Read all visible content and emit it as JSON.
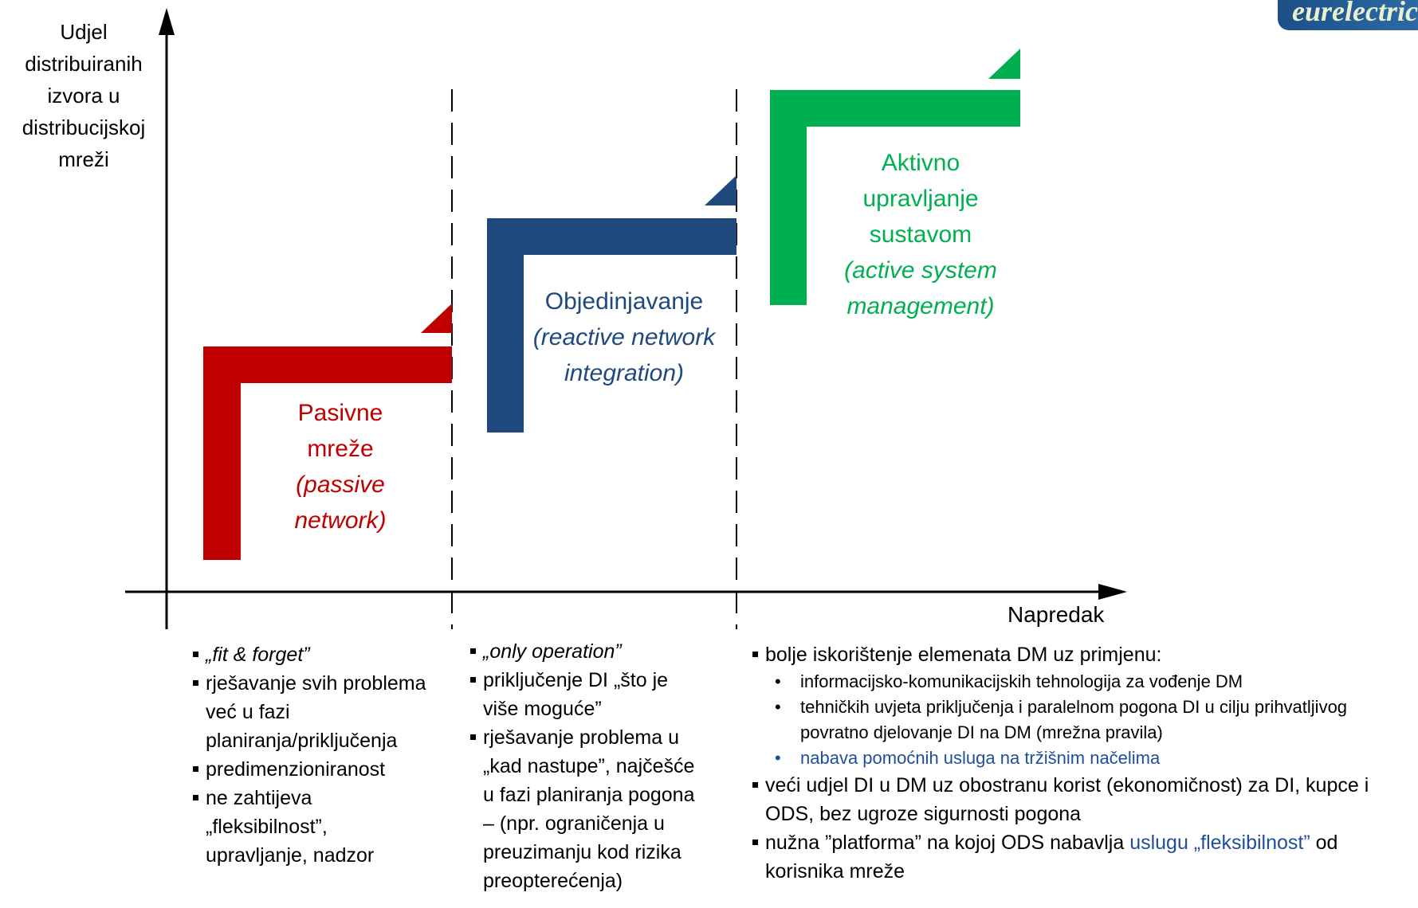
{
  "logo": {
    "text": "eurelectric"
  },
  "axes": {
    "y_label_lines": [
      "Udjel",
      "distribuiranih",
      "izvora u",
      "distribucijskoj",
      "mreži"
    ],
    "x_label": "Napredak"
  },
  "stages": [
    {
      "name": "Pasivne",
      "name2": "mreže",
      "en1": "(passive",
      "en2": "network)",
      "color": "#c00000"
    },
    {
      "name": "Objedinjavanje",
      "en1": "(reactive network",
      "en2": "integration)",
      "color": "#1f497d"
    },
    {
      "name": "Aktivno",
      "name2": "upravljanje",
      "name3": "sustavom",
      "en1": "(active system",
      "en2": "management)",
      "color": "#00b050"
    }
  ],
  "columns": {
    "passive": {
      "b1": "„fit & forget”",
      "b2a": "rješavanje svih problema",
      "b2b": "već u fazi",
      "b2c": "planiranja/priključenja",
      "b3": "predimenzioniranost",
      "b4a": "ne zahtijeva",
      "b4b": "„fleksibilnost”,",
      "b4c": "upravljanje, nadzor"
    },
    "reactive": {
      "b1": "„only operation”",
      "b2a": "priključenje DI „što je",
      "b2b": "više moguće”",
      "b3a": "rješavanje problema u",
      "b3b": "„kad nastupe”, najčešće",
      "b3c": "u fazi planiranja pogona",
      "b3d": "– (npr. ograničenja u",
      "b3e": "preuzimanju kod rizika",
      "b3f": "preopterećenja)"
    },
    "active": {
      "b1": "bolje iskorištenje elemenata DM uz primjenu:",
      "s1": "informacijsko-komunikacijskih tehnologija za vođenje DM",
      "s2a": "tehničkih uvjeta priključenja i paralelnom pogona DI u cilju prihvatljivog",
      "s2b": "povratno djelovanje DI na DM (mrežna pravila)",
      "s3": "nabava pomoćnih usluga na tržišnim načelima",
      "b2a": "veći udjel DI u DM uz obostranu korist (ekonomičnost) za DI, kupce i",
      "b2b": "ODS, bez ugroze sigurnosti pogona",
      "b3a": "nužna ”platforma” na kojoj ODS nabavlja ",
      "b3blue": "uslugu „fleksibilnost”",
      "b3c": " od",
      "b3d": "korisnika mreže"
    }
  }
}
